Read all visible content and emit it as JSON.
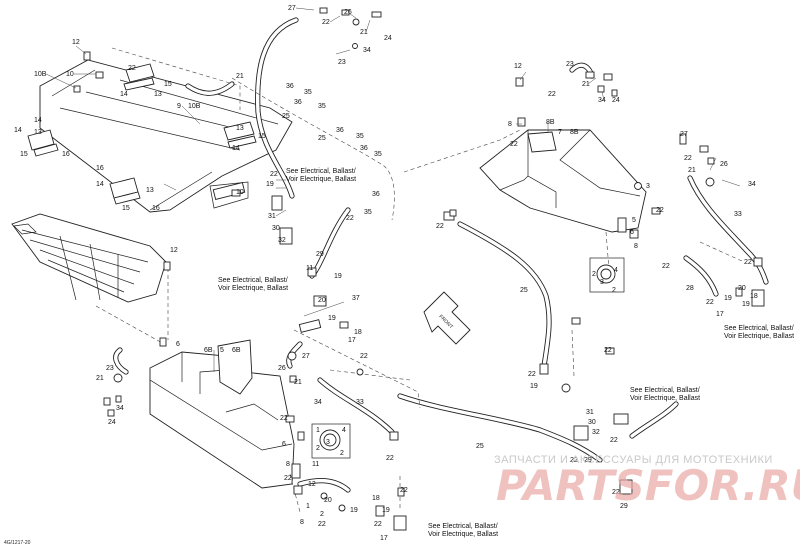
{
  "diagram": {
    "drawing_code": "4G/1217-20",
    "watermark": {
      "caption": "ЗАПЧАСТИ И АКСЕССУАРЫ ДЛЯ МОТОТЕХНИКИ",
      "brand": "PARTSFOR.RU"
    },
    "callout_lines": [
      "See Electrical, Ballast/",
      "Voir Electrique, Ballast"
    ],
    "stamp": "FRONT",
    "labels": {
      "l1": "27",
      "l2": "26",
      "l3": "21",
      "l4": "34",
      "l5": "24",
      "l6": "23",
      "l7": "12",
      "l8": "10B",
      "l9": "10",
      "l10": "22",
      "l11": "15",
      "l12": "13",
      "l13": "14",
      "l14": "21",
      "l15": "36",
      "l16": "35",
      "l17": "36",
      "l18": "35",
      "l19": "9",
      "l20": "10B",
      "l21": "14",
      "l22": "13",
      "l23": "15",
      "l24": "16",
      "l25": "25",
      "l26": "25",
      "l27": "13",
      "l28": "14",
      "l29": "15",
      "l30": "36",
      "l31": "35",
      "l32": "36",
      "l33": "35",
      "l34": "16",
      "l35": "14",
      "l36": "13",
      "l37": "15",
      "l38": "16",
      "l39": "10",
      "l40": "22",
      "l41": "19",
      "l42": "36",
      "l43": "35",
      "l44": "31",
      "l45": "30",
      "l46": "32",
      "l47": "22",
      "l48": "29",
      "l49": "12",
      "l50": "11",
      "l51": "19",
      "l52": "20",
      "l53": "37",
      "l54": "19",
      "l55": "18",
      "l56": "17",
      "l57": "6B",
      "l58": "5",
      "l59": "6B",
      "l60": "6",
      "l61": "23",
      "l62": "21",
      "l63": "34",
      "l64": "24",
      "l65": "27",
      "l66": "26",
      "l67": "21",
      "l68": "22",
      "l69": "34",
      "l70": "33",
      "l71": "22",
      "l72": "1",
      "l73": "4",
      "l74": "2",
      "l75": "3",
      "l76": "2",
      "l77": "8",
      "l78": "7",
      "l79": "22",
      "l80": "12",
      "l81": "23",
      "l82": "21",
      "l83": "34",
      "l84": "24",
      "l85": "8",
      "l86": "8B",
      "l87": "7",
      "l88": "8B",
      "l89": "3",
      "l90": "22",
      "l91": "22",
      "l92": "27",
      "l93": "22",
      "l94": "26",
      "l95": "21",
      "l96": "34",
      "l97": "33",
      "l98": "25",
      "l99": "4",
      "l100": "2",
      "l101": "3",
      "l102": "2",
      "l103": "5",
      "l104": "6",
      "l105": "8",
      "l106": "22",
      "l107": "28",
      "l108": "22",
      "l109": "19",
      "l110": "17",
      "l111": "20",
      "l112": "18",
      "l113": "22",
      "l114": "19",
      "l115": "31",
      "l116": "30",
      "l117": "32",
      "l118": "25",
      "l119": "22",
      "l120": "29",
      "l121": "22",
      "l122": "29",
      "l123": "1",
      "l124": "2",
      "l125": "8",
      "l126": "22",
      "l127": "20",
      "l128": "18",
      "l129": "17",
      "l130": "19",
      "l131": "11",
      "l132": "12"
    }
  }
}
